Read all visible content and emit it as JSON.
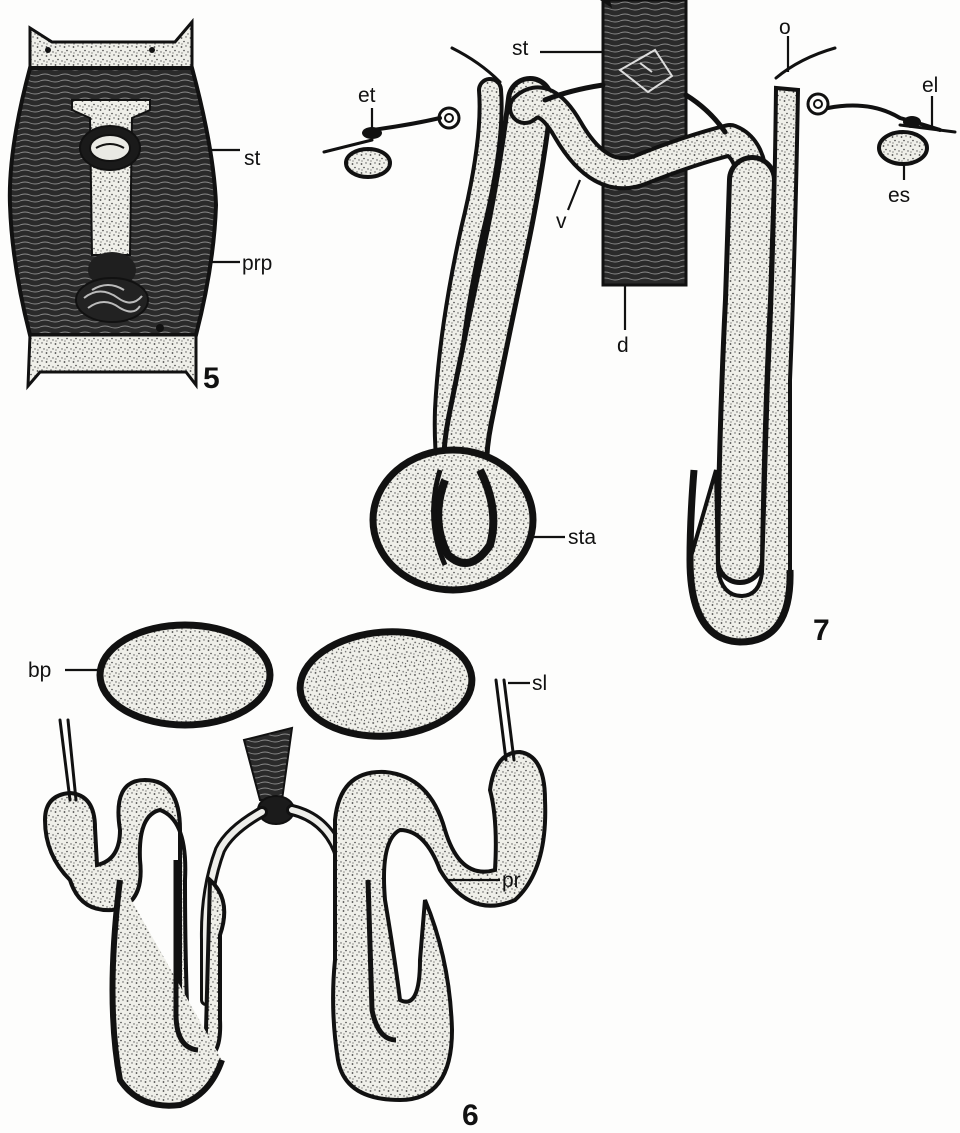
{
  "figures": {
    "fig5": {
      "number": "5",
      "labels": {
        "st": "st",
        "prp": "prp"
      }
    },
    "fig6": {
      "number": "6",
      "labels": {
        "bp": "bp",
        "sl": "sl",
        "pr": "pr"
      }
    },
    "fig7": {
      "number": "7",
      "labels": {
        "st": "st",
        "et": "et",
        "o": "o",
        "el": "el",
        "es": "es",
        "v": "v",
        "d": "d",
        "sta": "sta"
      }
    }
  },
  "colors": {
    "ink": "#111111",
    "paper": "#fdfdfc",
    "stipple_light": "#f1f1ec",
    "stipple_dark": "#444444"
  }
}
